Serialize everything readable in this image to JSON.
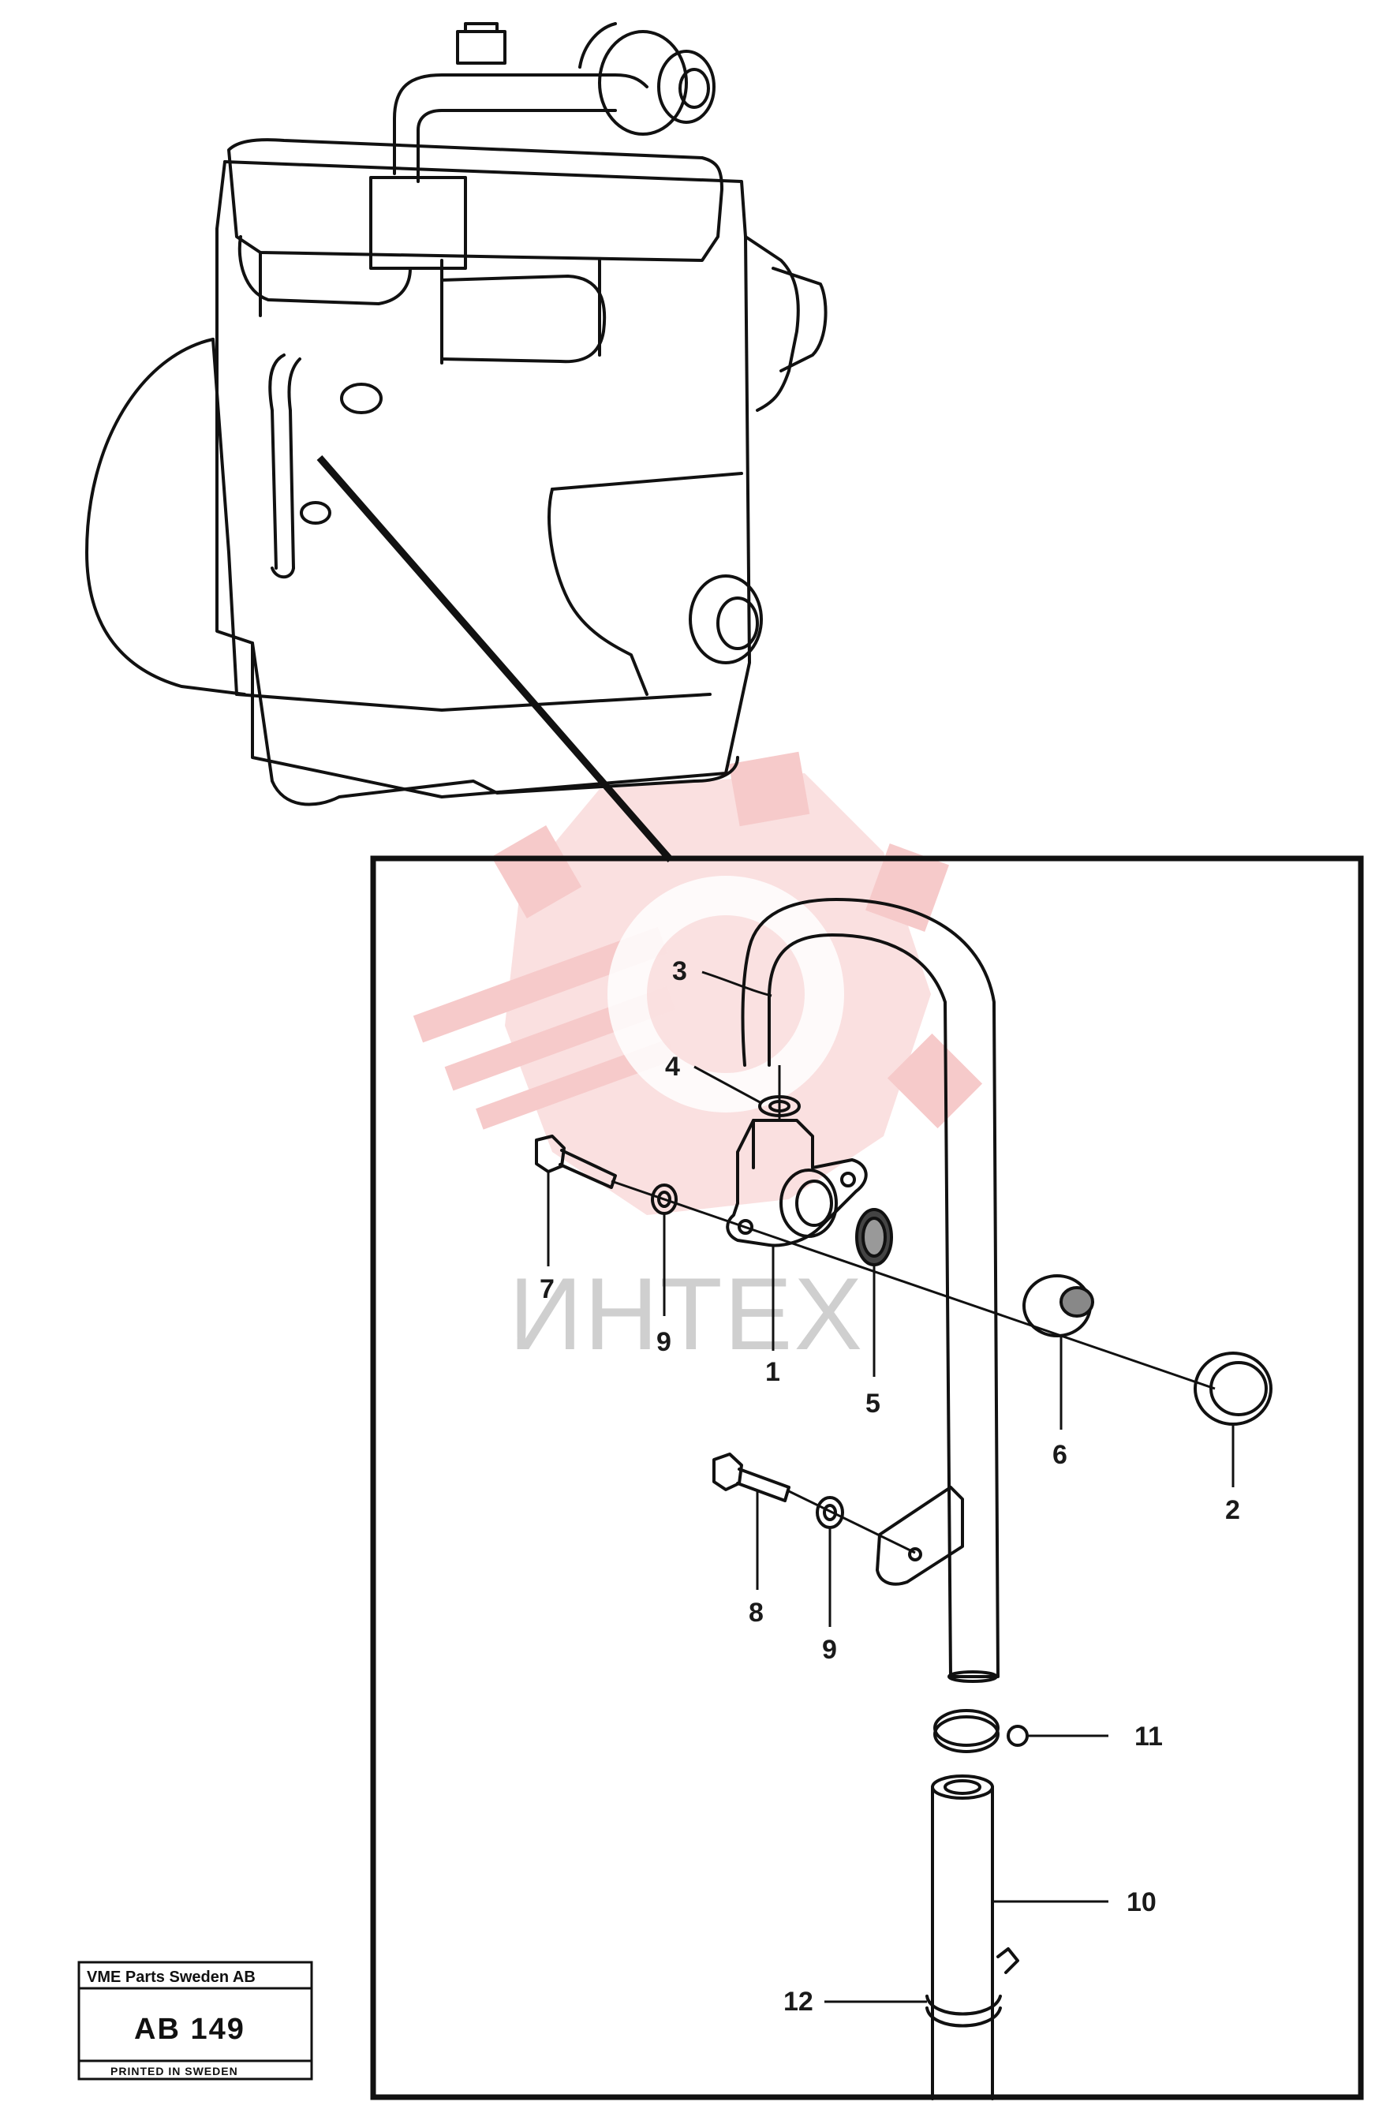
{
  "watermark": {
    "text": "ИНТЕХ",
    "color": "#f2b6b6"
  },
  "callouts": [
    {
      "id": "1",
      "label": "1"
    },
    {
      "id": "2",
      "label": "2"
    },
    {
      "id": "3",
      "label": "3"
    },
    {
      "id": "4",
      "label": "4"
    },
    {
      "id": "5",
      "label": "5"
    },
    {
      "id": "6",
      "label": "6"
    },
    {
      "id": "7",
      "label": "7"
    },
    {
      "id": "8",
      "label": "8"
    },
    {
      "id": "9a",
      "label": "9"
    },
    {
      "id": "9b",
      "label": "9"
    },
    {
      "id": "10",
      "label": "10"
    },
    {
      "id": "11",
      "label": "11"
    },
    {
      "id": "12",
      "label": "12"
    }
  ],
  "title_block": {
    "company": "VME Parts Sweden AB",
    "code": "AB 149",
    "printed": "PRINTED IN SWEDEN"
  }
}
